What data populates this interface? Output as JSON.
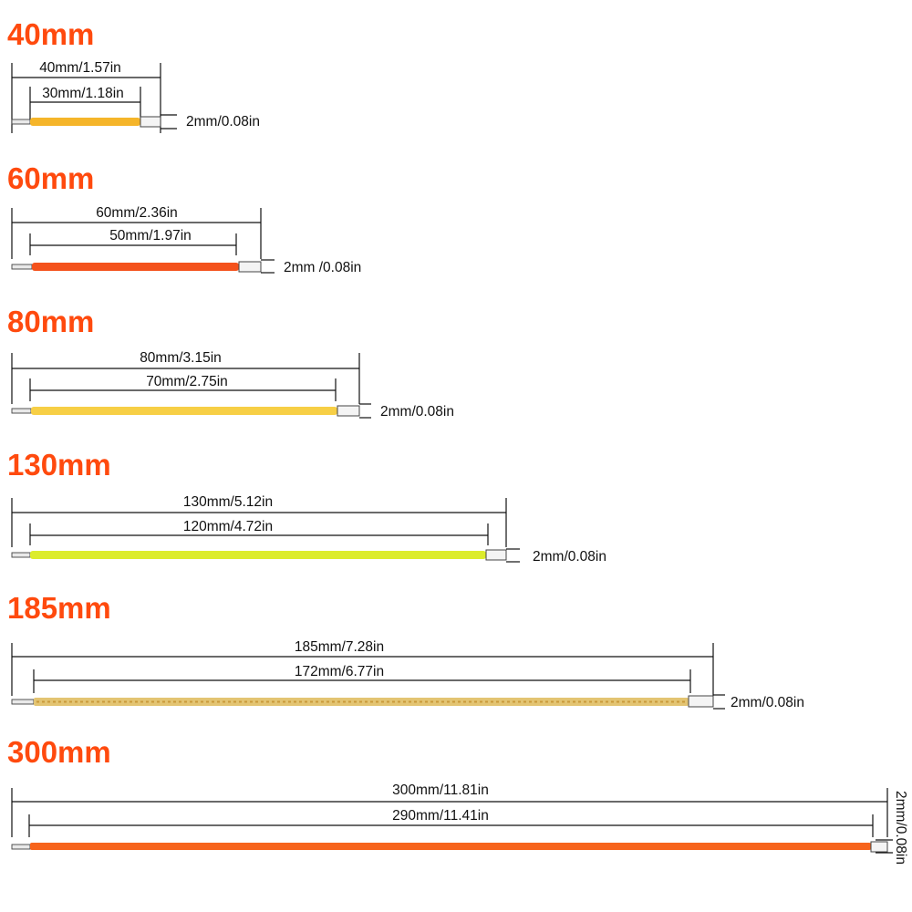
{
  "filaments": [
    {
      "title": "40mm",
      "outer_label": "40mm/1.57in",
      "inner_label": "30mm/1.18in",
      "width_label": "2mm/0.08in",
      "length_mm": 40,
      "glow_mm": 30,
      "color": "#f5b52a"
    },
    {
      "title": "60mm",
      "outer_label": "60mm/2.36in",
      "inner_label": "50mm/1.97in",
      "width_label": "2mm /0.08in",
      "length_mm": 60,
      "glow_mm": 50,
      "color": "#f4521c"
    },
    {
      "title": "80mm",
      "outer_label": "80mm/3.15in",
      "inner_label": "70mm/2.75in",
      "width_label": "2mm/0.08in",
      "length_mm": 80,
      "glow_mm": 70,
      "color": "#f7cf46"
    },
    {
      "title": "130mm",
      "outer_label": "130mm/5.12in",
      "inner_label": "120mm/4.72in",
      "width_label": "2mm/0.08in",
      "length_mm": 130,
      "glow_mm": 120,
      "color": "#dcec2c"
    },
    {
      "title": "185mm",
      "outer_label": "185mm/7.28in",
      "inner_label": "172mm/6.77in",
      "width_label": "2mm/0.08in",
      "length_mm": 185,
      "glow_mm": 172,
      "color": "#e3c472"
    },
    {
      "title": "300mm",
      "outer_label": "300mm/11.81in",
      "inner_label": "290mm/11.41in",
      "width_label": "2mm/0.08in",
      "length_mm": 300,
      "glow_mm": 290,
      "color": "#f7641c"
    }
  ]
}
